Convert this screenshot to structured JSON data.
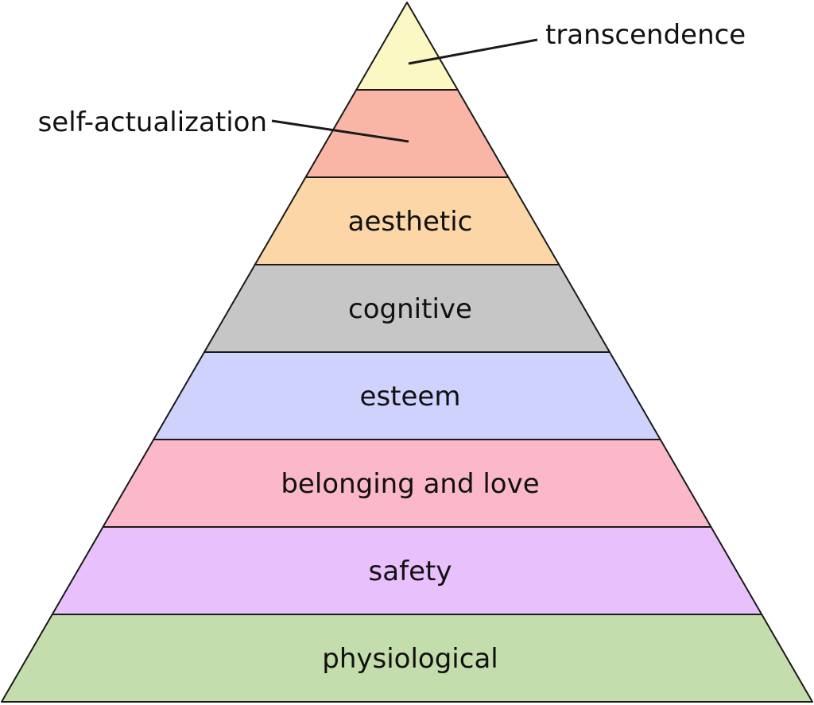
{
  "levels": [
    {
      "label": "transcendence",
      "color": "#fbf8c3",
      "label_placement": "outside-right"
    },
    {
      "label": "self-actualization",
      "color": "#f9b6a7",
      "label_placement": "outside-left"
    },
    {
      "label": "aesthetic",
      "color": "#fcd6a6",
      "label_placement": "inside"
    },
    {
      "label": "cognitive",
      "color": "#c6c6c6",
      "label_placement": "inside"
    },
    {
      "label": "esteem",
      "color": "#ced2fc",
      "label_placement": "inside"
    },
    {
      "label": "belonging and love",
      "color": "#fbb8c9",
      "label_placement": "inside"
    },
    {
      "label": "safety",
      "color": "#e8c0fb",
      "label_placement": "inside"
    },
    {
      "label": "physiological",
      "color": "#c4ddad",
      "label_placement": "inside"
    }
  ],
  "outline_color": "#1a1a1a"
}
